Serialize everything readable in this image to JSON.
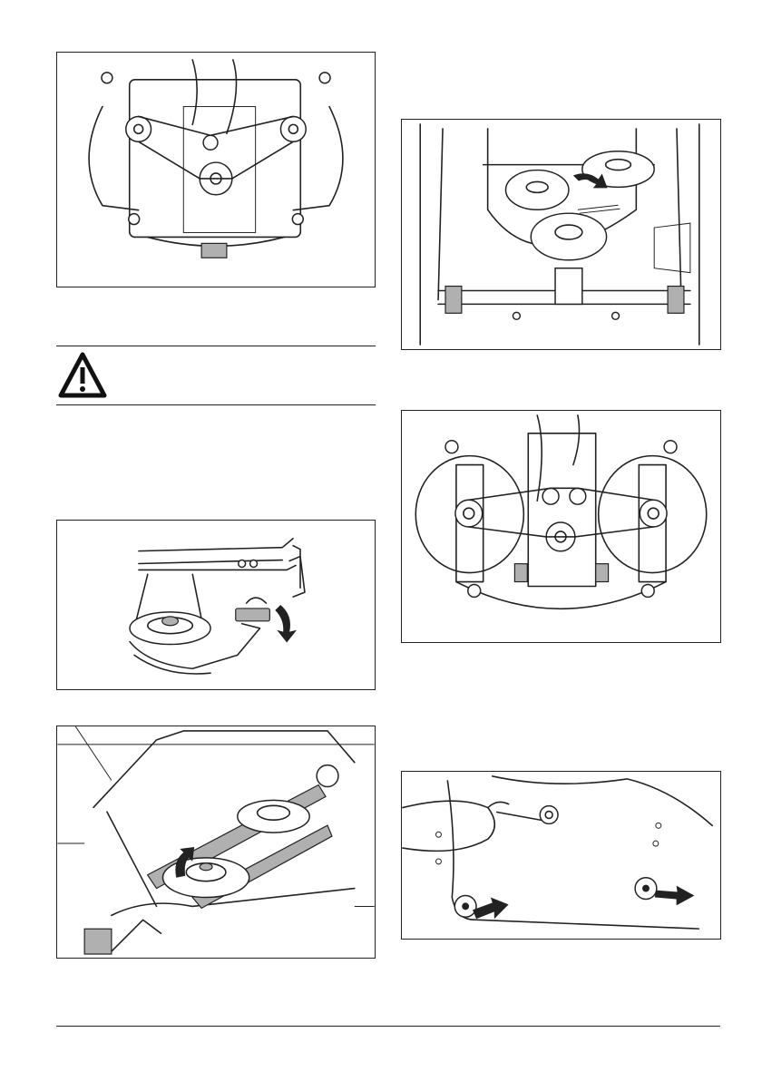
{
  "page": {
    "figures": [
      {
        "id": "fig-deck-top-view",
        "icon": "mower-deck-top-view"
      },
      {
        "id": "fig-belt-tensioner-view",
        "icon": "belt-tensioner-pulleys"
      },
      {
        "id": "fig-idler-lever",
        "icon": "idler-lever-pull"
      },
      {
        "id": "fig-deck-full-view",
        "icon": "mower-deck-full-view"
      },
      {
        "id": "fig-belt-routing",
        "icon": "belt-routing-pulley"
      },
      {
        "id": "fig-deck-screws",
        "icon": "deck-screw-removal"
      }
    ],
    "warning": {
      "icon": "warning-triangle-icon"
    }
  }
}
